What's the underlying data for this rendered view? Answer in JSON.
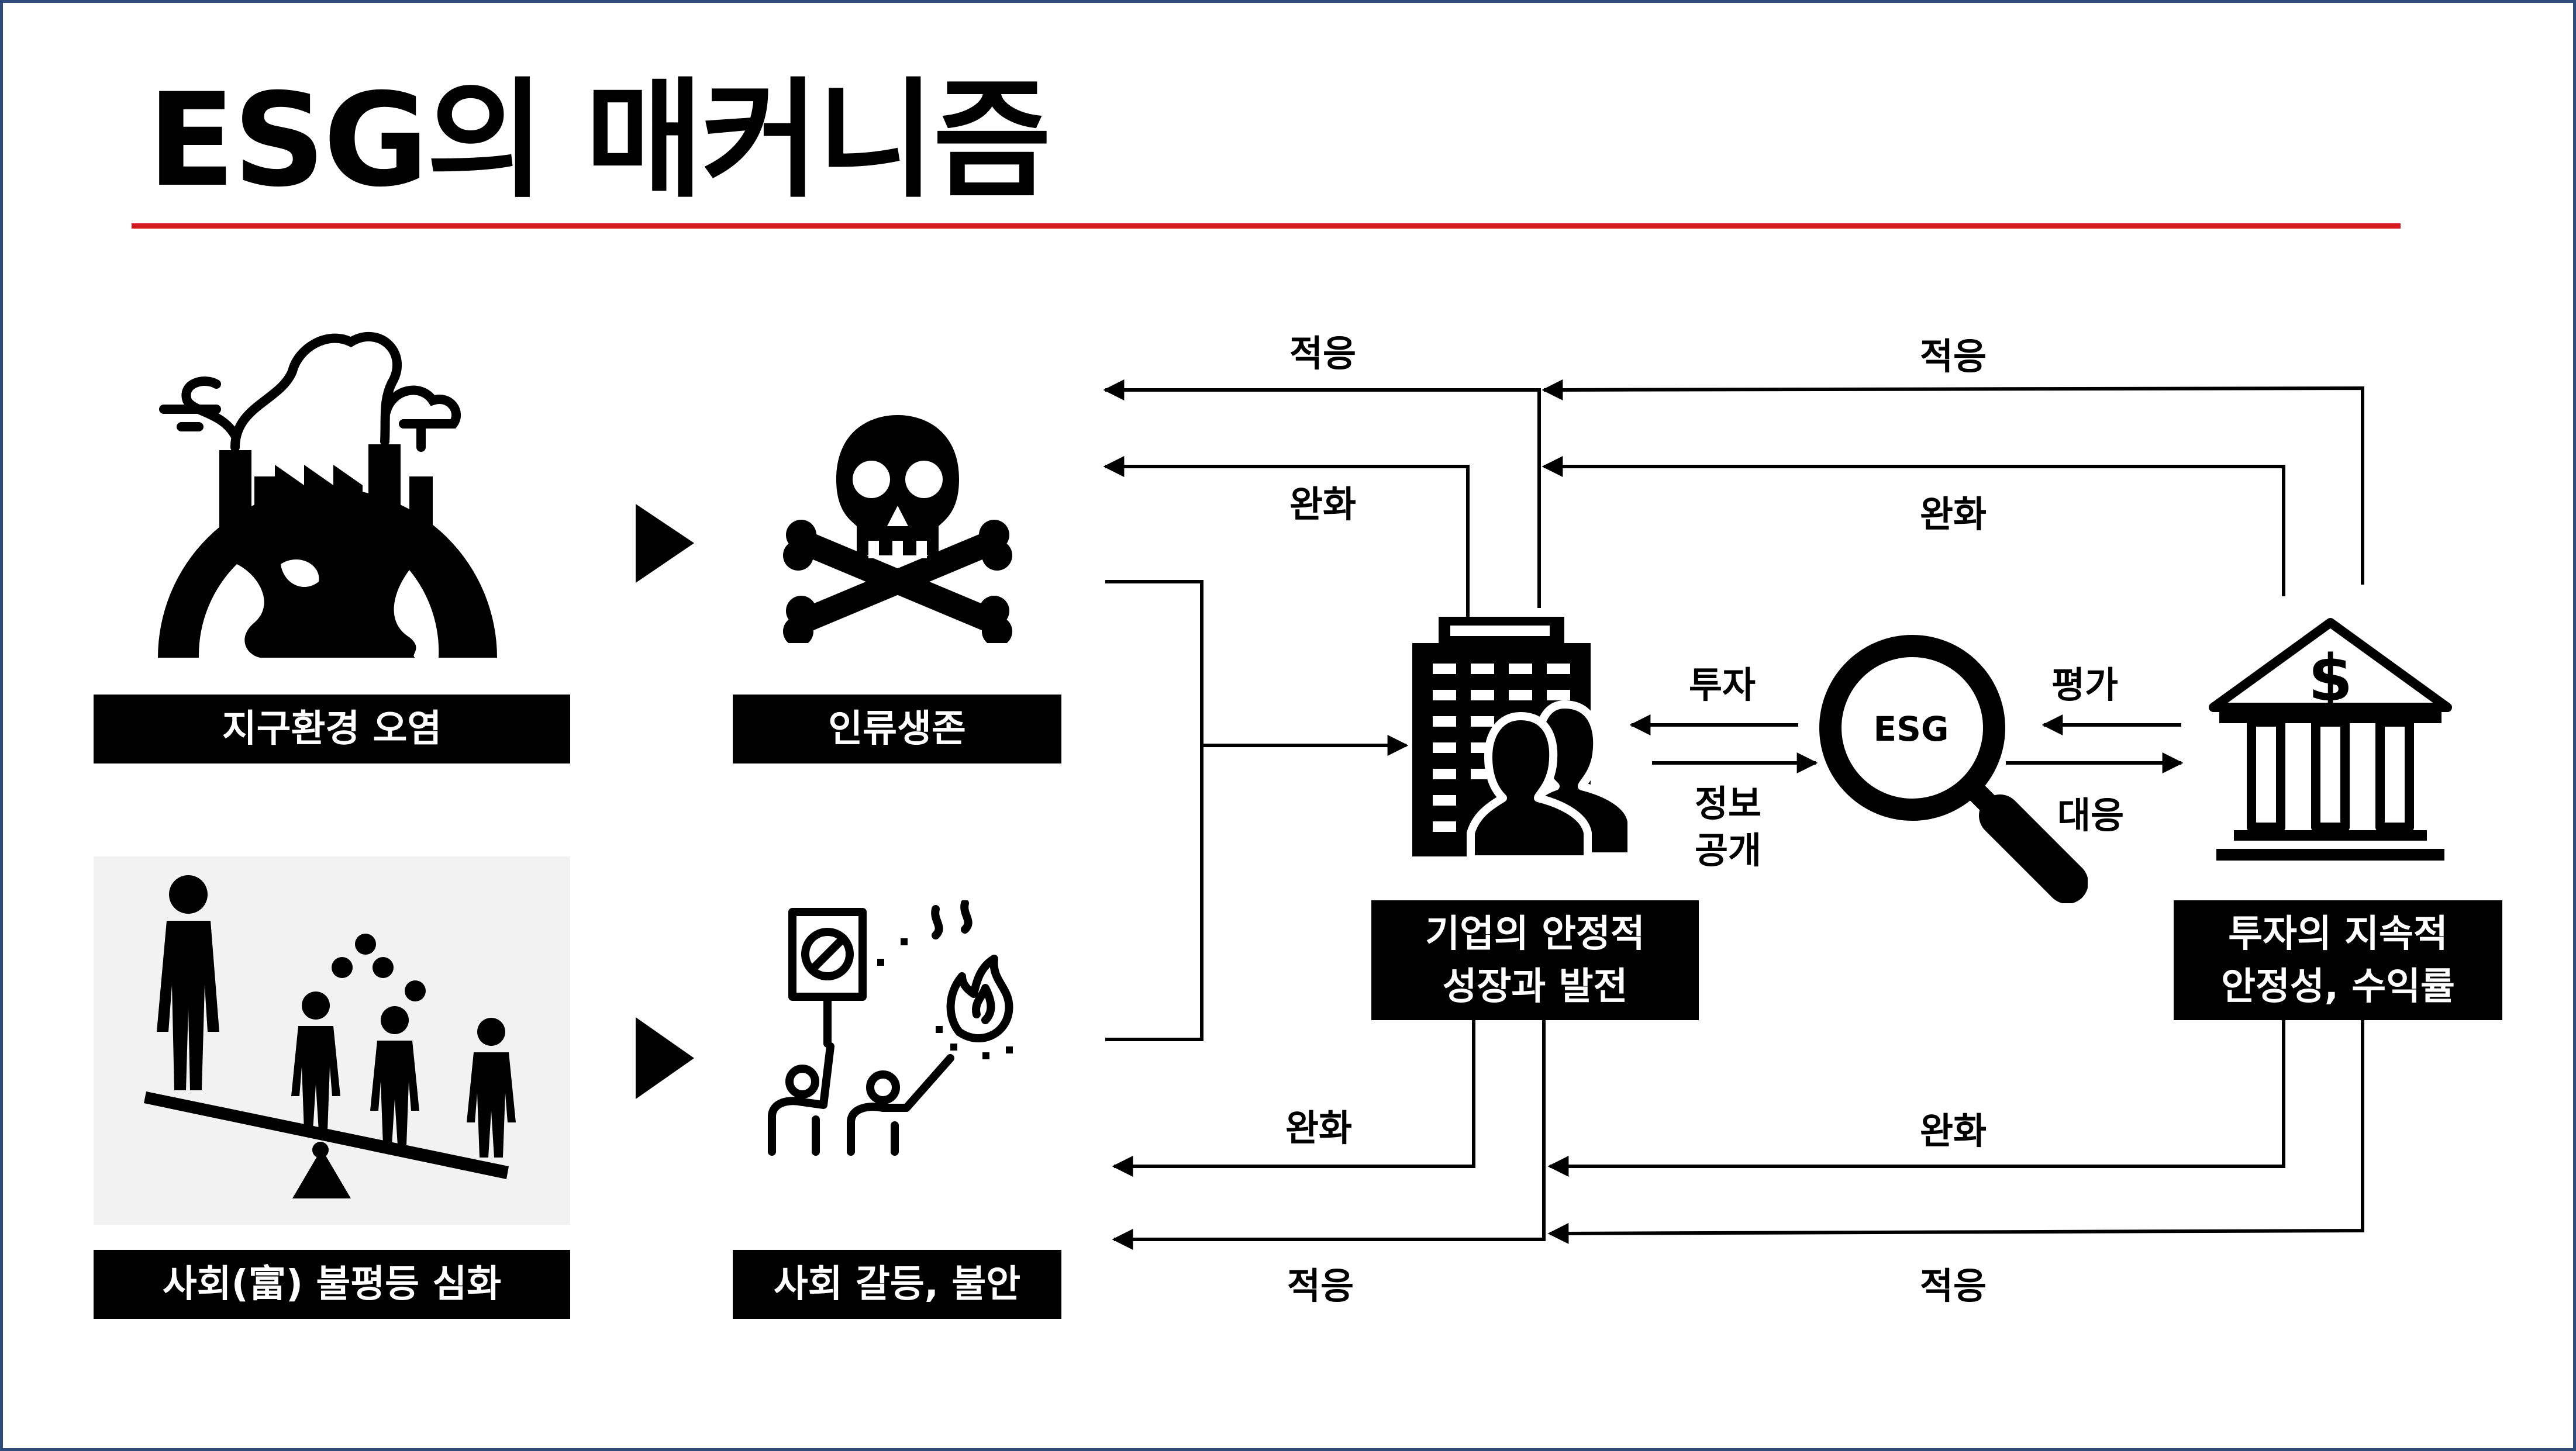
{
  "title": "ESG의 매커니즘",
  "colors": {
    "rule": "#d71920",
    "frame": "#2f4b7c",
    "box": "#000000",
    "text": "#000000"
  },
  "icons": {
    "pollution": "polluted-earth-icon",
    "poison": "skull-crossbones-icon",
    "inequality": "seesaw-inequality-icon",
    "conflict": "protest-icon",
    "company": "office-people-icon",
    "esg": "magnifier-icon",
    "finance": "bank-dollar-icon",
    "arrow": "triangle-right-icon"
  },
  "boxes": {
    "pollution": [
      "지구환경 오염"
    ],
    "survival": [
      "인류생존"
    ],
    "inequality": [
      "사회(富) 불평등 심화"
    ],
    "conflict": [
      "사회 갈등, 불안"
    ],
    "company": [
      "기업의 안정적",
      "성장과 발전"
    ],
    "investor": [
      "투자의 지속적",
      "안정성, 수익률"
    ]
  },
  "magnifier_text": "ESG",
  "labels": {
    "top_adapt_left": "적응",
    "top_adapt_right": "적응",
    "top_mitigate_left": "완화",
    "top_mitigate_right": "완화",
    "invest": "투자",
    "disclose_1": "정보",
    "disclose_2": "공개",
    "evaluate": "평가",
    "respond": "대응",
    "bottom_mitigate_left": "완화",
    "bottom_mitigate_right": "완화",
    "bottom_adapt_left": "적응",
    "bottom_adapt_right": "적응"
  }
}
